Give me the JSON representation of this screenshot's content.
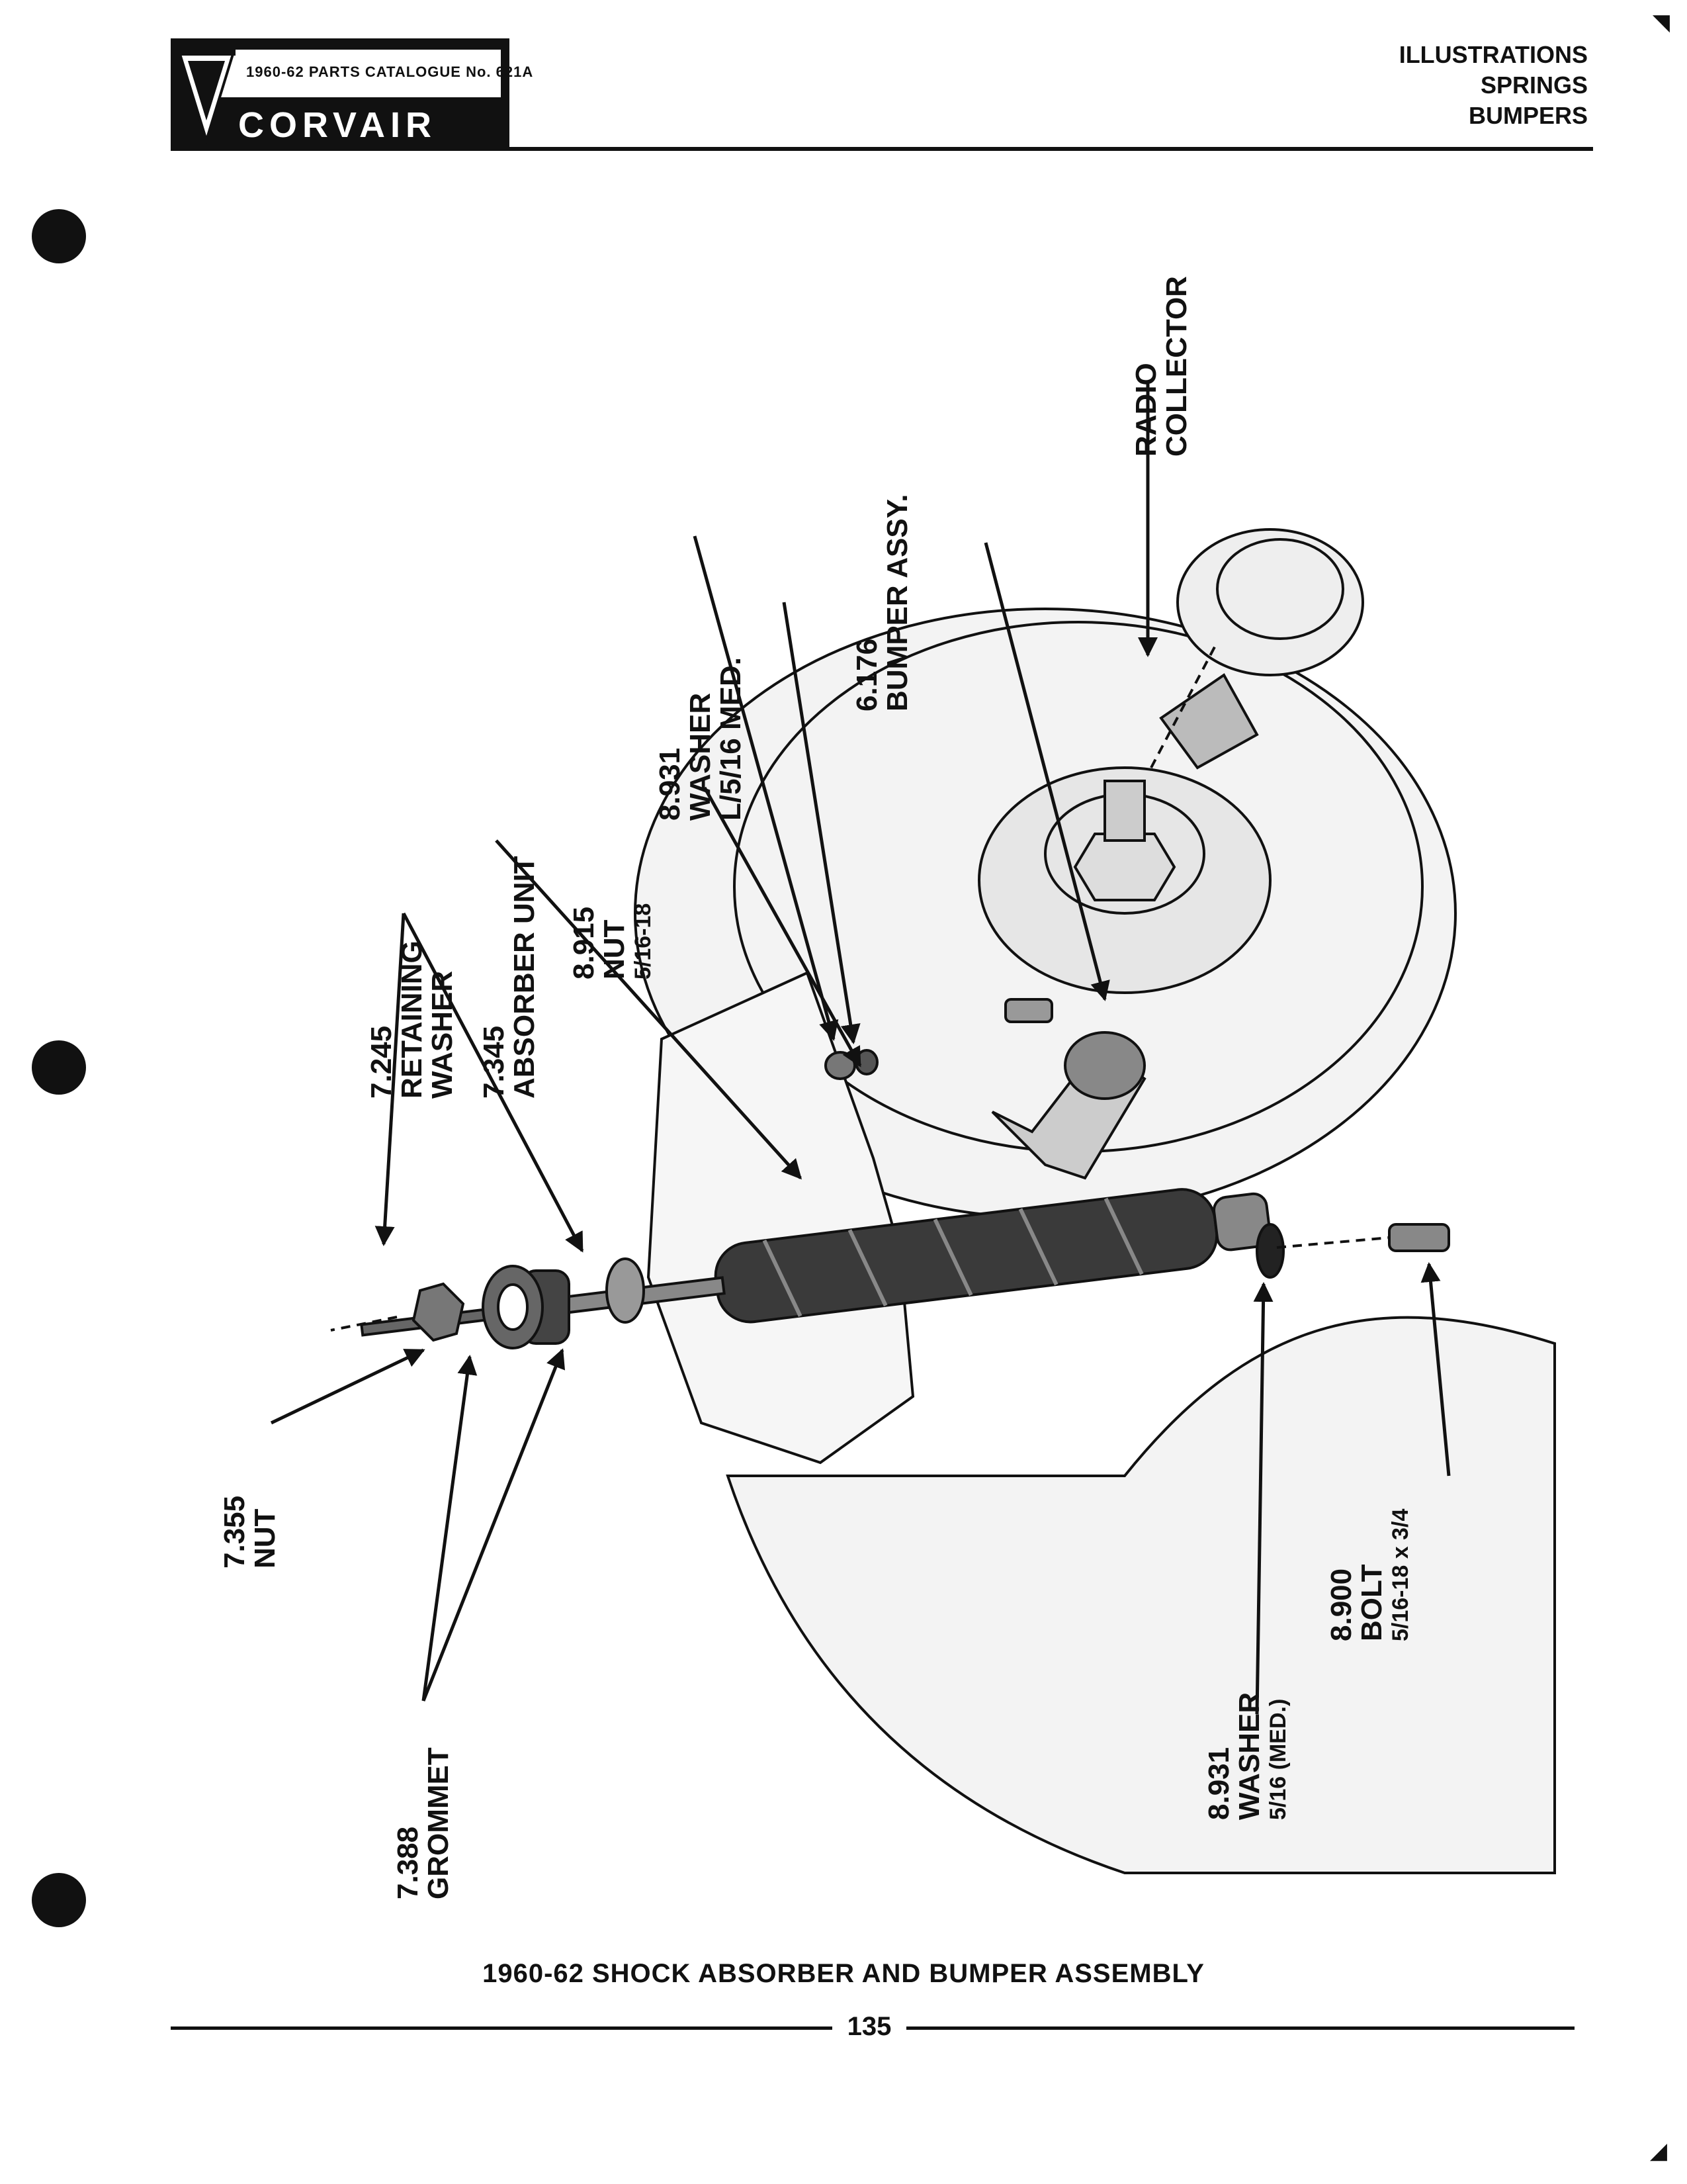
{
  "header": {
    "catalogue_label": "1960-62 PARTS CATALOGUE No. 621A",
    "brand": "CORVAIR",
    "sections": [
      "ILLUSTRATIONS",
      "SPRINGS",
      "BUMPERS"
    ]
  },
  "labels": {
    "radio_collector": [
      "RADIO",
      "COLLECTOR"
    ],
    "bumper_assy": [
      "6.176",
      "BUMPER ASSY."
    ],
    "washer_top": [
      "8.931",
      "WASHER",
      "L/5/16 MED."
    ],
    "nut_top": [
      "8.915",
      "NUT",
      "5/16-18"
    ],
    "absorber_unit": [
      "7.345",
      "ABSORBER UNIT"
    ],
    "retaining_washer": [
      "7.245",
      "RETAINING",
      "WASHER"
    ],
    "nut_bottom": [
      "7.355",
      "NUT"
    ],
    "grommet": [
      "7.388",
      "GROMMET"
    ],
    "washer_bottom": [
      "8.931",
      "WASHER",
      "5/16 (MED.)"
    ],
    "bolt": [
      "8.900",
      "BOLT",
      "5/16-18 x 3/4"
    ]
  },
  "caption": "1960-62 SHOCK ABSORBER AND BUMPER ASSEMBLY",
  "page_number": "135"
}
